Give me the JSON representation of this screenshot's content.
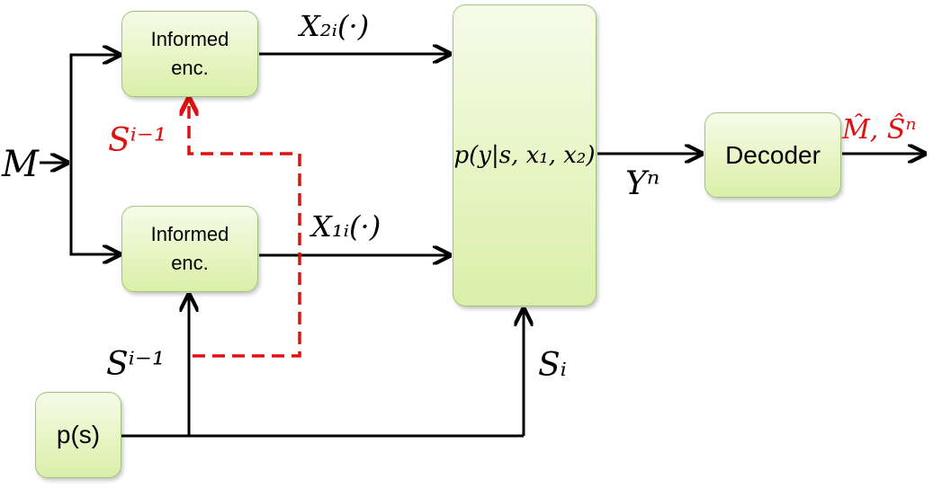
{
  "blocks": {
    "encoder_top": "Informed\nenc.",
    "encoder_bottom": "Informed\nenc.",
    "channel": "p(y|s, x₁, x₂)",
    "decoder": "Decoder",
    "state_source": "p(s)"
  },
  "signals": {
    "message": "M",
    "x2": "X₂ᵢ(·)",
    "x1": "X₁ᵢ(·)",
    "state_past_feedback": "Sⁱ⁻¹",
    "state_past": "Sⁱ⁻¹",
    "state_current": "Sᵢ",
    "output": "Yⁿ",
    "estimate": "M̂, Ŝⁿ"
  },
  "colors": {
    "line": "#000000",
    "feedback": "#e01010",
    "block_fill": "#e7f5c4",
    "block_border": "#9fc47a"
  }
}
